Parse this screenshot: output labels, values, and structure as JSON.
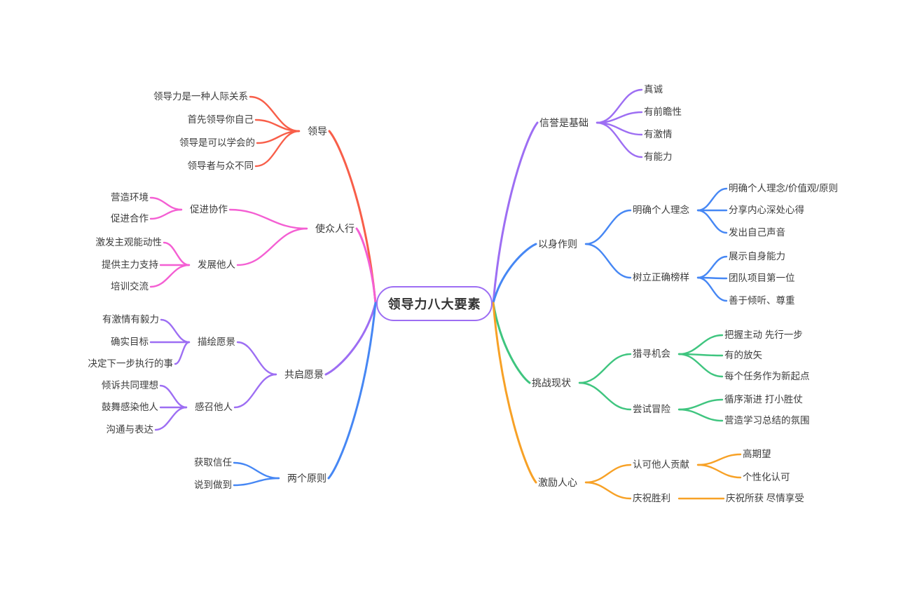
{
  "title": "领导力八大要素",
  "background": "#ffffff",
  "palette": {
    "red": "#F85E49",
    "pink": "#F45FD3",
    "purple": "#9D6EF3",
    "blue": "#4687F4",
    "green": "#3FC57F",
    "orange": "#F7A126"
  },
  "branches": [
    {
      "label": "领导",
      "color": "#F85E49",
      "side": "left",
      "children": [
        {
          "label": "领导力是一种人际关系"
        },
        {
          "label": "首先领导你自己"
        },
        {
          "label": "领导是可以学会的"
        },
        {
          "label": "领导者与众不同"
        }
      ]
    },
    {
      "label": "使众人行",
      "color": "#F45FD3",
      "side": "left",
      "children": [
        {
          "label": "促进协作",
          "children": [
            {
              "label": "营造环境"
            },
            {
              "label": "促进合作"
            }
          ]
        },
        {
          "label": "发展他人",
          "children": [
            {
              "label": "激发主观能动性"
            },
            {
              "label": "提供主力支持"
            },
            {
              "label": "培训交流"
            }
          ]
        }
      ]
    },
    {
      "label": "共启愿景",
      "color": "#9D6EF3",
      "side": "left",
      "children": [
        {
          "label": "描绘愿景",
          "children": [
            {
              "label": "有激情有毅力"
            },
            {
              "label": "确实目标"
            },
            {
              "label": "决定下一步执行的事"
            }
          ]
        },
        {
          "label": "感召他人",
          "children": [
            {
              "label": "倾诉共同理想"
            },
            {
              "label": "鼓舞感染他人"
            },
            {
              "label": "沟通与表达"
            }
          ]
        }
      ]
    },
    {
      "label": "两个原则",
      "color": "#4687F4",
      "side": "left",
      "children": [
        {
          "label": "获取信任"
        },
        {
          "label": "说到做到"
        }
      ]
    },
    {
      "label": "信誉是基础",
      "color": "#9D6EF3",
      "side": "right",
      "children": [
        {
          "label": "真诚"
        },
        {
          "label": "有前瞻性"
        },
        {
          "label": "有激情"
        },
        {
          "label": "有能力"
        }
      ]
    },
    {
      "label": "以身作则",
      "color": "#4687F4",
      "side": "right",
      "children": [
        {
          "label": "明确个人理念",
          "children": [
            {
              "label": "明确个人理念/价值观/原则"
            },
            {
              "label": "分享内心深处心得"
            },
            {
              "label": "发出自己声音"
            }
          ]
        },
        {
          "label": "树立正确榜样",
          "children": [
            {
              "label": "展示自身能力"
            },
            {
              "label": "团队项目第一位"
            },
            {
              "label": "善于倾听、尊重"
            }
          ]
        }
      ]
    },
    {
      "label": "挑战现状",
      "color": "#3FC57F",
      "side": "right",
      "children": [
        {
          "label": "猎寻机会",
          "children": [
            {
              "label": "把握主动 先行一步"
            },
            {
              "label": "有的放矢"
            },
            {
              "label": "每个任务作为新起点"
            }
          ]
        },
        {
          "label": "尝试冒险",
          "children": [
            {
              "label": "循序渐进 打小胜仗"
            },
            {
              "label": "营造学习总结的氛围"
            }
          ]
        }
      ]
    },
    {
      "label": "激励人心",
      "color": "#F7A126",
      "side": "right",
      "children": [
        {
          "label": "认可他人贡献",
          "children": [
            {
              "label": "高期望"
            },
            {
              "label": "个性化认可"
            }
          ]
        },
        {
          "label": "庆祝胜利",
          "children": [
            {
              "label": "庆祝所获 尽情享受"
            }
          ]
        }
      ]
    }
  ]
}
